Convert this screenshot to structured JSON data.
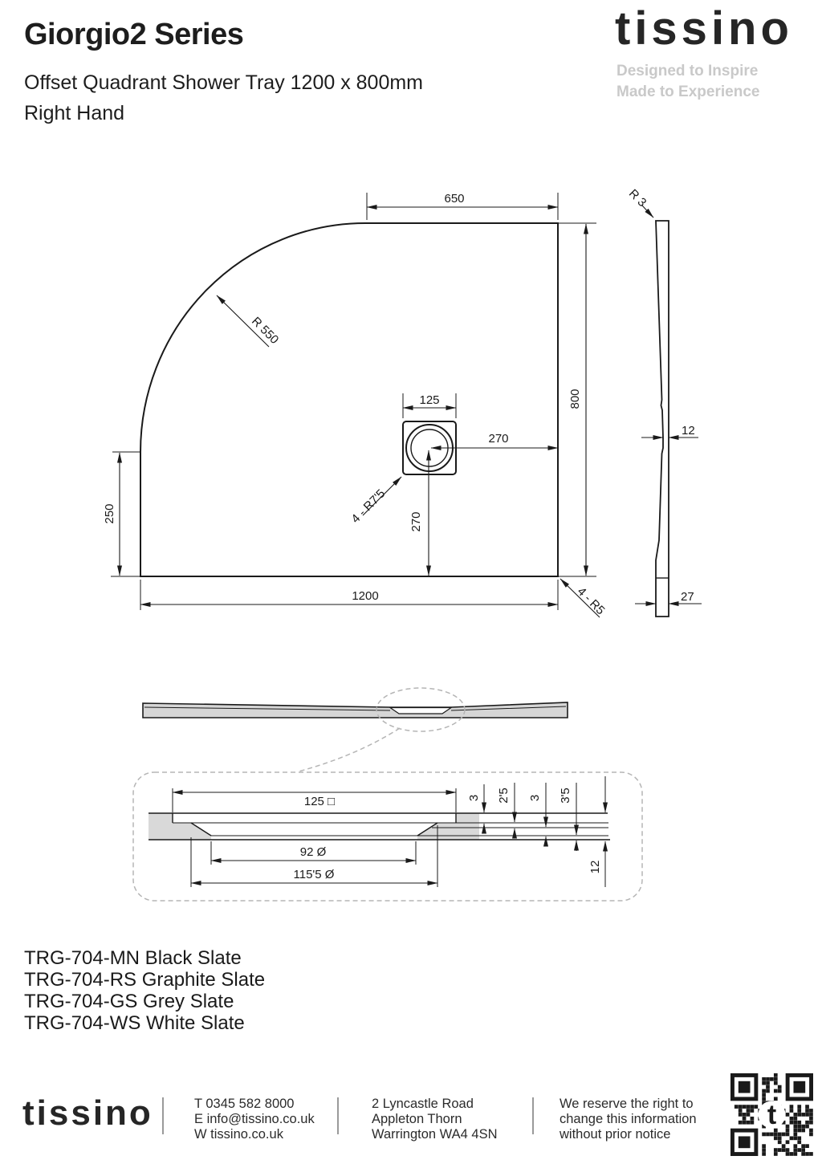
{
  "header": {
    "title": "Giorgio2 Series",
    "subtitle_line1": "Offset Quadrant Shower Tray 1200 x 800mm",
    "subtitle_line2": "Right Hand"
  },
  "brand": {
    "logo": "tissino",
    "tagline_line1": "Designed to Inspire",
    "tagline_line2": "Made to Experience"
  },
  "drawing": {
    "plan": {
      "width_top": "650",
      "height_right": "800",
      "height_left": "250",
      "width_bottom": "1200",
      "corner_radius": "R 550",
      "drain_size": "125",
      "drain_offset_right": "270",
      "drain_offset_bottom": "270",
      "drain_corner_note": "4 - R7'5",
      "tray_corner_note": "4 - R5"
    },
    "profile": {
      "top_radius": "R 3",
      "waist_thickness": "12",
      "edge_thickness": "27"
    },
    "detail": {
      "flange_square": "125 □",
      "waste_diameter": "92 Ø",
      "recess_diameter": "115'5 Ø",
      "step_1": "3",
      "step_2": "2'5",
      "step_3": "3",
      "step_4": "3'5",
      "overall_depth": "12"
    }
  },
  "products": {
    "items": [
      {
        "label": "TRG-704-MN Black Slate"
      },
      {
        "label": "TRG-704-RS Graphite Slate"
      },
      {
        "label": "TRG-704-GS Grey Slate"
      },
      {
        "label": "TRG-704-WS White Slate"
      }
    ]
  },
  "footer": {
    "logo": "tissino",
    "contact": {
      "phone": "T 0345 582 8000",
      "email": "E info@tissino.co.uk",
      "web": "W tissino.co.uk"
    },
    "address": {
      "line1": "2 Lyncastle Road",
      "line2": "Appleton Thorn",
      "line3": "Warrington WA4 4SN"
    },
    "disclaimer": {
      "line1": "We reserve the right to",
      "line2": "change this information",
      "line3": "without prior notice"
    },
    "qr_center_glyph": "t"
  },
  "colors": {
    "ink": "#1a1a1a",
    "grey_fill": "#d6d6d6",
    "dash_grey": "#b5b5b5",
    "tagline_grey": "#c9c9c9"
  }
}
